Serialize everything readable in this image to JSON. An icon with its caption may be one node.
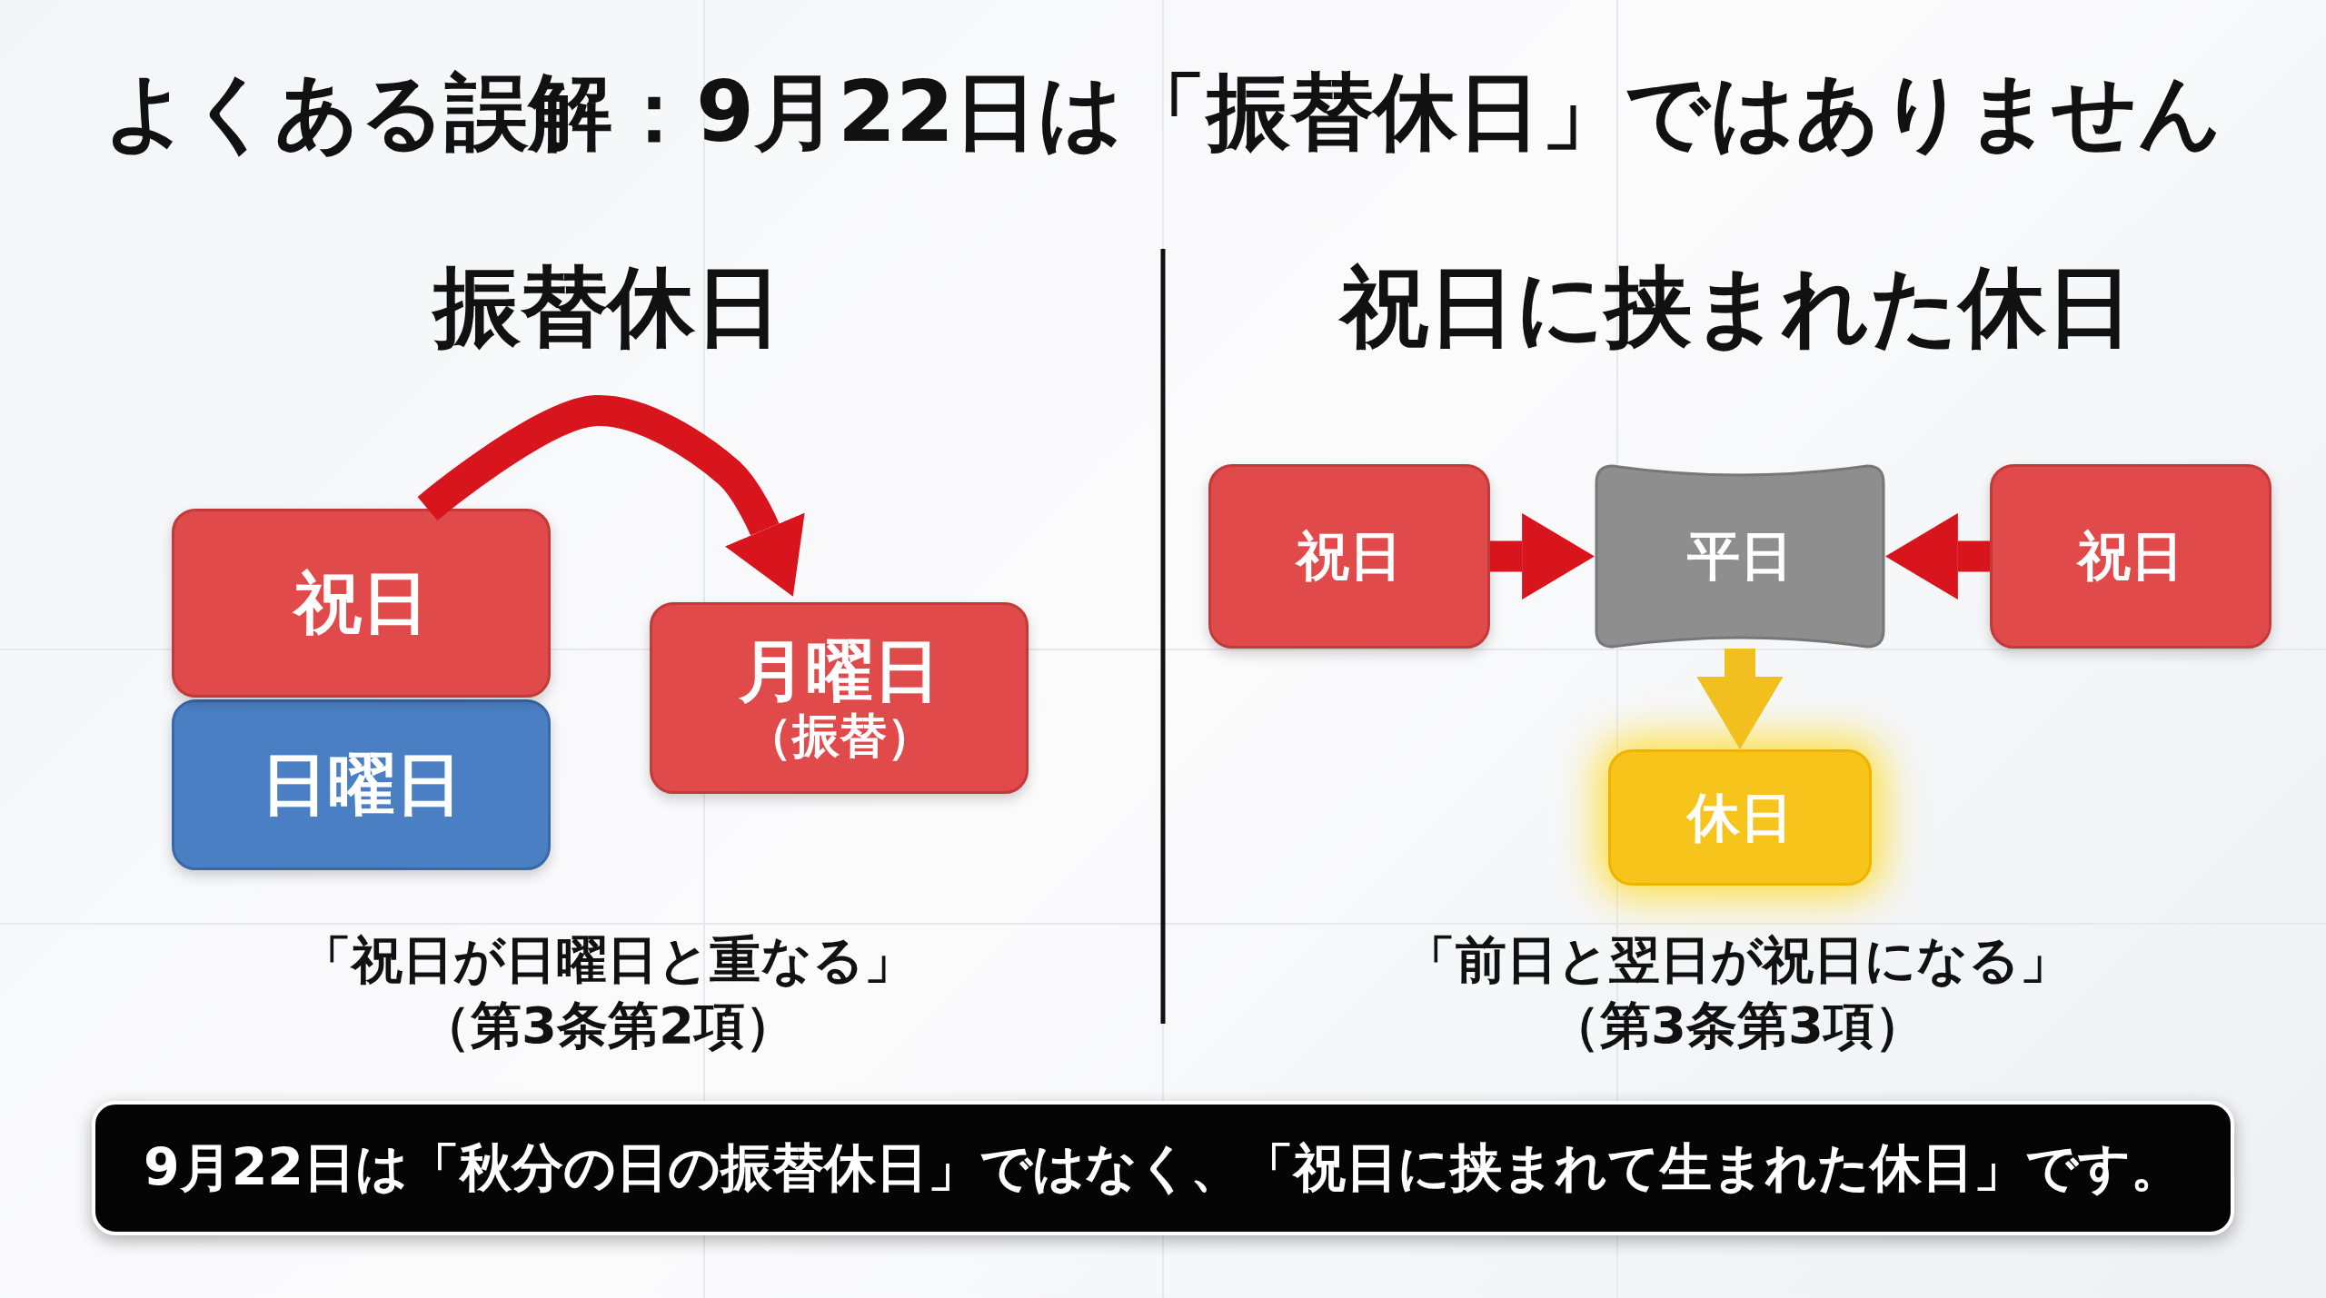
{
  "diagram": {
    "title": "よくある誤解：9月22日は「振替休日」ではありません",
    "nodes": [
      {
        "text": [
          "祝日"
        ]
      },
      {
        "text": [
          "日曜日"
        ]
      },
      {
        "text": [
          "月曜日",
          "（振替）"
        ]
      },
      {
        "text": [
          "祝日"
        ]
      },
      {
        "text": [
          "平日"
        ]
      },
      {
        "text": [
          "祝日"
        ]
      },
      {
        "text": [
          "休日"
        ]
      },
      {
        "text": [
          "9月22日は「秋分の日の振替休日」ではなく、「祝日に挟まれて生まれた休日」です。"
        ]
      }
    ],
    "edges": [
      {
        "from": 0,
        "to": 2,
        "arrow": "to"
      },
      {
        "from": 3,
        "to": 4,
        "arrow": "to"
      },
      {
        "from": 5,
        "to": 4,
        "arrow": "to"
      },
      {
        "from": 4,
        "to": 6,
        "arrow": "to",
        "color": "#f2c01e"
      }
    ],
    "labels": [
      "振替休日",
      "祝日に挟まれた休日",
      "「祝日が日曜日と重なる」",
      "（第3条第2項）",
      "「前日と翌日が祝日になる」",
      "（第3条第3項）"
    ]
  }
}
